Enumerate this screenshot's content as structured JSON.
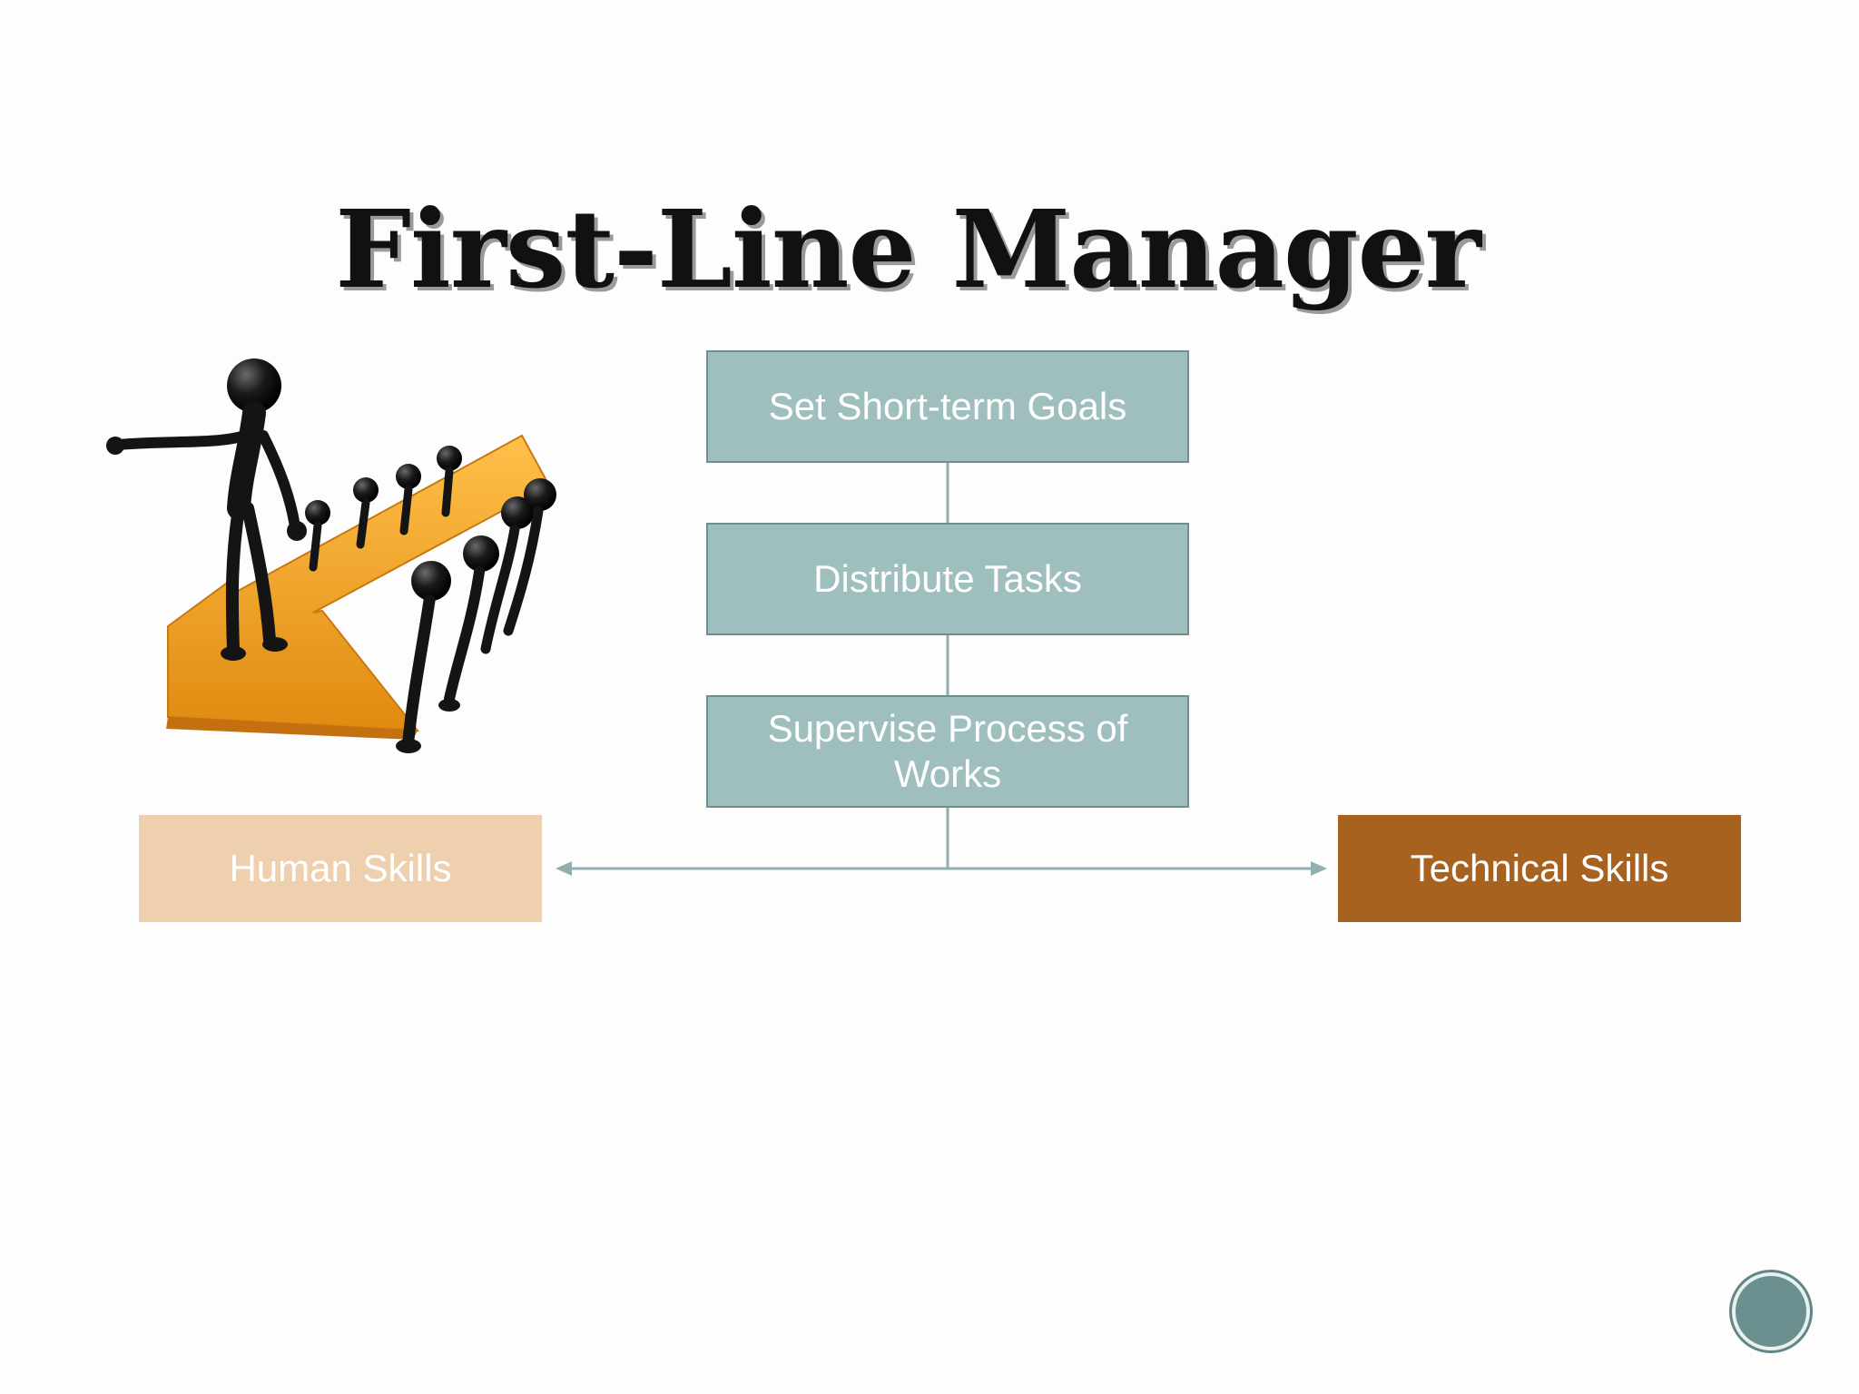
{
  "title": "First-Line Manager",
  "steps": [
    "Set Short-term Goals",
    "Distribute Tasks",
    "Supervise Process of Works"
  ],
  "skills": {
    "left": "Human Skills",
    "right": "Technical Skills"
  },
  "colors": {
    "step_fill": "#9ebfbd",
    "step_border": "#6f8f8e",
    "human_skills_fill": "#efd0ae",
    "technical_skills_fill": "#a86220",
    "connector": "#8fb0ae",
    "arrow_orange": "#f2a020",
    "figure_black": "#141414"
  },
  "icons": {
    "illustration": "leader-pointing-with-team-on-arrow",
    "nav": "slide-nav-circle"
  }
}
